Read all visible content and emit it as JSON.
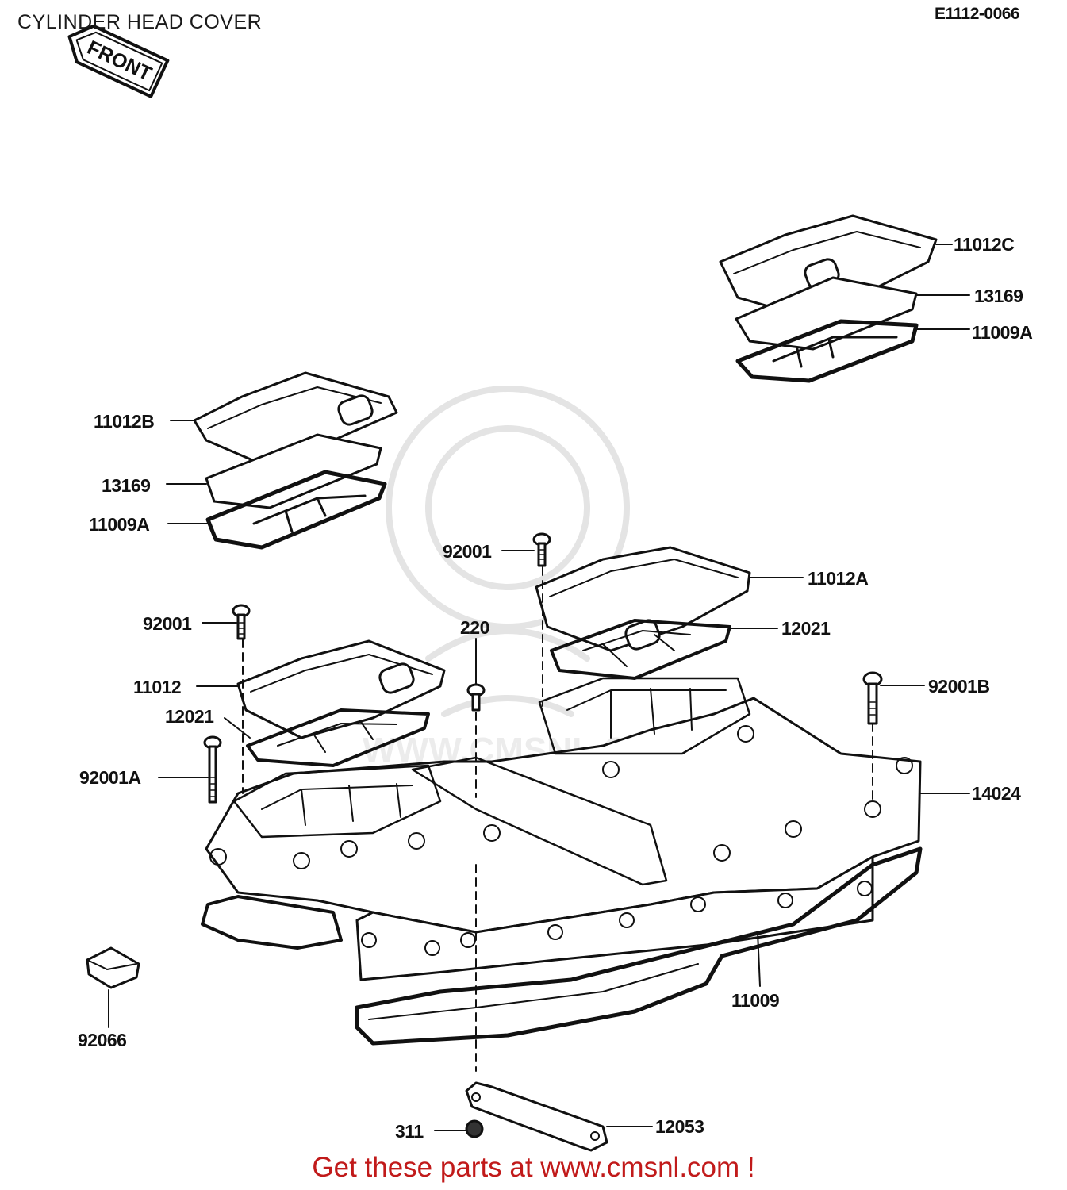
{
  "title": "CYLINDER HEAD COVER",
  "drawing_number": "E1112-0066",
  "front_arrow": "FRONT",
  "footer_text": "Get these parts at www.cmsnl.com !",
  "watermark": "WWW.CMSNL.COM",
  "colors": {
    "line": "#111111",
    "footer": "#c11a1a",
    "watermark": "#e6e6e6"
  },
  "labels": {
    "p11012C": "11012C",
    "p13169_top": "13169",
    "p11009A_top": "11009A",
    "p11012B": "11012B",
    "p13169_left": "13169",
    "p11009A_left": "11009A",
    "p92001_mid": "92001",
    "p11012A": "11012A",
    "p12021_right": "12021",
    "p92001_left": "92001",
    "p220": "220",
    "p92001B": "92001B",
    "p11012": "11012",
    "p12021_left": "12021",
    "p92001A": "92001A",
    "p14024": "14024",
    "p11009": "11009",
    "p92066": "92066",
    "p311": "311",
    "p12053": "12053"
  }
}
